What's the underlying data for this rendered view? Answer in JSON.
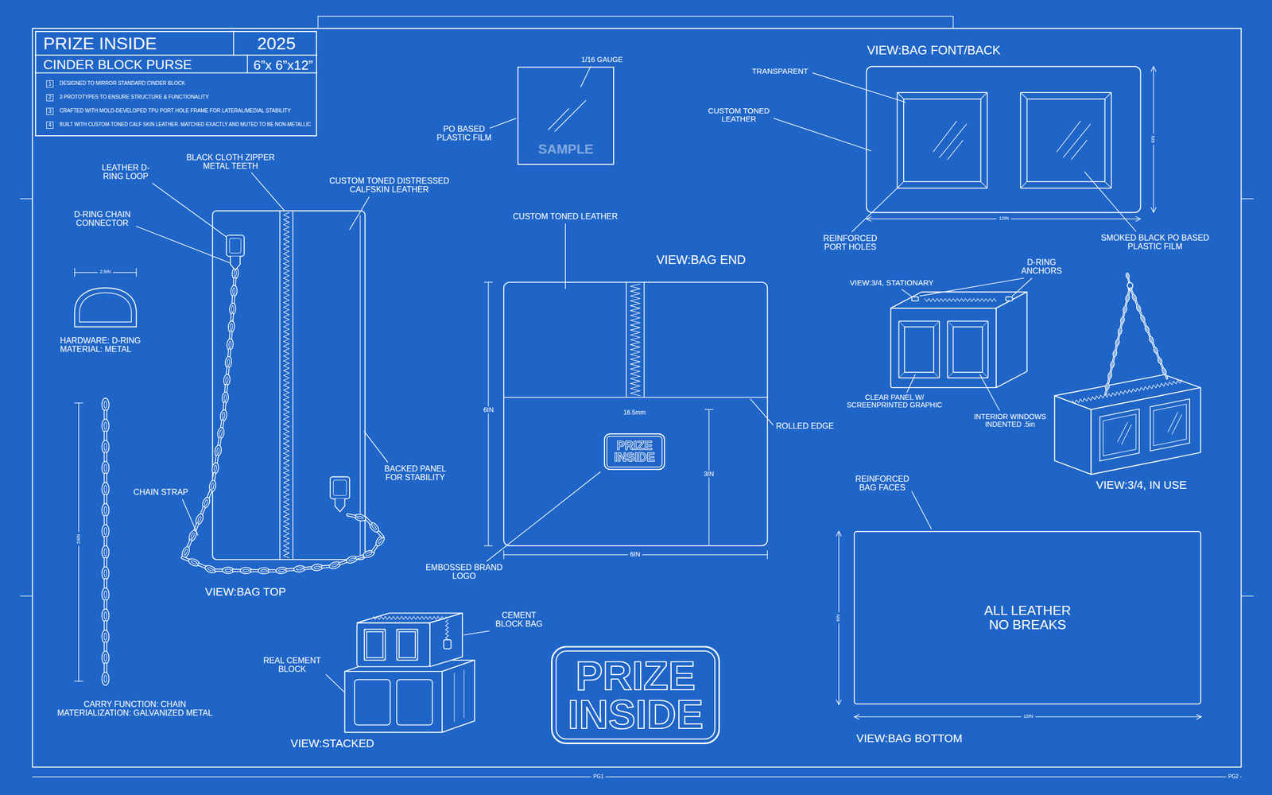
{
  "diagram": {
    "nodes": [
      {
        "text": [
          "PRIZE INSIDE",
          "2025",
          "CINDER BLOCK PURSE",
          "6”x 6”x12”"
        ]
      },
      {
        "text": [
          "1",
          "DESIGNED TO MIRROR STANDARD CINDER BLOCK"
        ],
        "in": 0
      },
      {
        "text": [
          "2",
          "3 PROTOTYPES TO ENSURE STRUCTURE & FUNCTIONALITY"
        ],
        "in": 0
      },
      {
        "text": [
          "3",
          "CRAFTED WITH MOLD-DEVELOPED TPU PORT HOLE FRAME FOR LATERAL/MEDIAL STABILITY"
        ],
        "in": 0
      },
      {
        "text": [
          "4",
          "BUILT WITH CUSTOM-TONED CALF SKIN LEATHER. MATCHED EXACTLY AND MUTED TO BE NON-METALLIC"
        ],
        "in": 0
      },
      {
        "text": [
          "SAMPLE"
        ]
      },
      {
        "text": [
          "PRIZE INSIDE"
        ]
      },
      {
        "text": [
          "PRIZE INSIDE"
        ]
      },
      {
        "text": [
          "ALL LEATHER NO BREAKS"
        ]
      }
    ],
    "labels": [
      "LEATHER D-RING LOOP",
      "BLACK CLOTH ZIPPER METAL TEETH",
      "D-RING CHAIN CONNECTOR",
      "CUSTOM TONED DISTRESSED CALFSKIN LEATHER",
      "2.5IN",
      "HARDWARE: D-RING MATERIAL: METAL",
      "CHAIN STRAP",
      "BACKED PANEL FOR STABILITY",
      "VIEW:BAG TOP",
      "24IN",
      "CARRY FUNCTION: CHAIN MATERIALIZATION: GALVANIZED METAL",
      "REAL CEMENT BLOCK",
      "CEMENT BLOCK BAG",
      "VIEW:STACKED",
      "1/16 GAUGE",
      "PO BASED PLASTIC FILM",
      "CUSTOM TONED LEATHER",
      "VIEW:BAG END",
      "6IN",
      "16.5mm",
      "3IN",
      "6IN",
      "ROLLED EDGE",
      "EMBOSSED BRAND LOGO",
      "VIEW:BAG FONT/BACK",
      "TRANSPARENT",
      "CUSTOM TONED LEATHER",
      "6IN",
      "12IN",
      "REINFORCED PORT HOLES",
      "SMOKED BLACK PO BASED PLASTIC FILM",
      "VIEW:3/4, STATIONARY",
      "D-RING ANCHORS",
      "CLEAR PANEL W/ SCREENPRINTED GRAPHIC",
      "INTERIOR WINDOWS INDENTED .5in",
      "VIEW:3/4, IN USE",
      "REINFORCED BAG FACES",
      "6IN",
      "12IN",
      "VIEW:BAG BOTTOM",
      "PG1",
      "PG2"
    ]
  }
}
